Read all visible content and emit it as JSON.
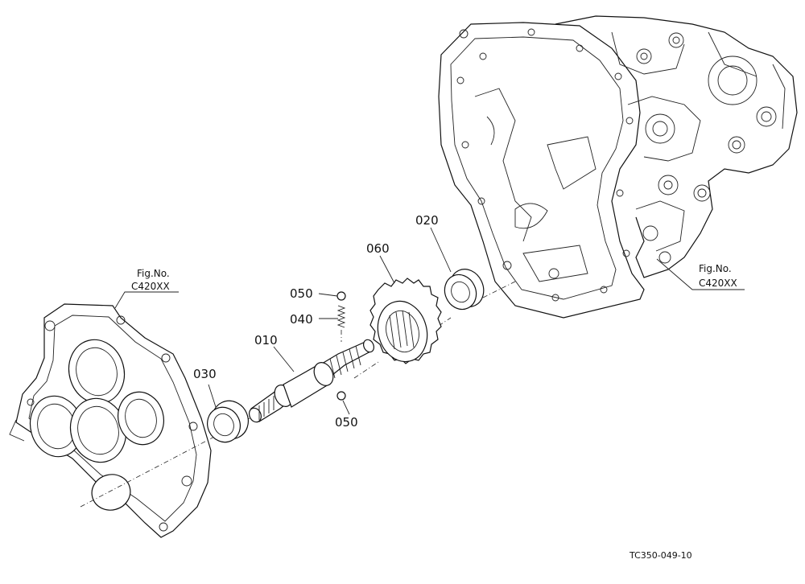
{
  "figure_refs": [
    {
      "line1": "Fig.No.",
      "line2": "C420XX"
    },
    {
      "line1": "Fig.No.",
      "line2": "C420XX"
    }
  ],
  "parts": {
    "p010": "010",
    "p020": "020",
    "p030": "030",
    "p040": "040",
    "p050a": "050",
    "p050b": "050",
    "p060": "060"
  },
  "drawing_code": "TC350-049-10"
}
